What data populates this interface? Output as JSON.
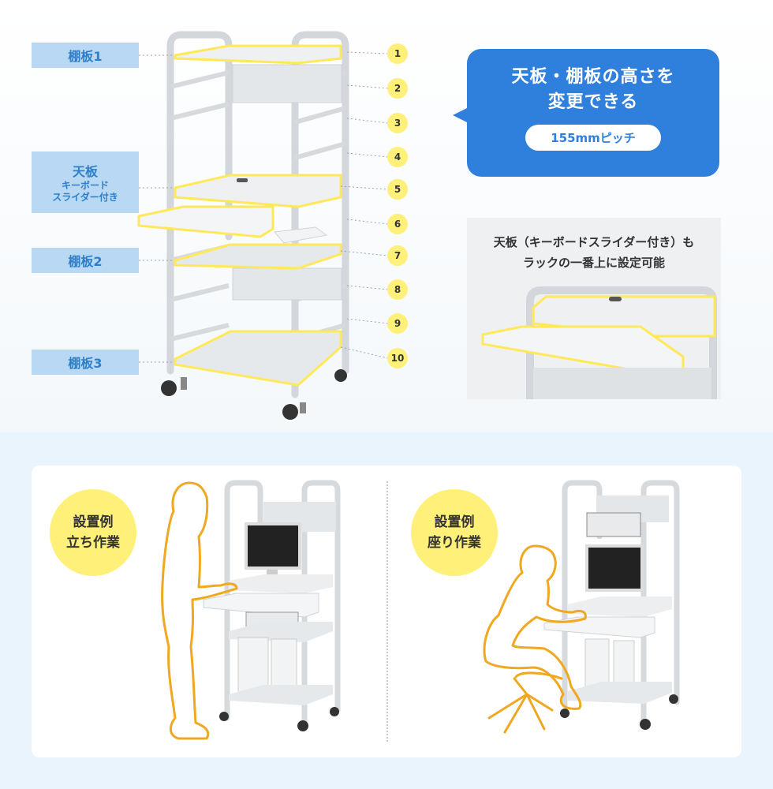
{
  "shelf_labels": {
    "shelf1": "棚板1",
    "top_board": "天板",
    "top_board_sub_line1": "キーボード",
    "top_board_sub_line2": "スライダー付き",
    "shelf2": "棚板2",
    "shelf3": "棚板3"
  },
  "height_positions": [
    "1",
    "2",
    "3",
    "4",
    "5",
    "6",
    "7",
    "8",
    "9",
    "10"
  ],
  "callout": {
    "line1": "天板・棚板の高さを",
    "line2": "変更できる",
    "pitch": "155mmピッチ"
  },
  "inset": {
    "line1": "天板（キーボードスライダー付き）も",
    "line2": "ラックの一番上に設定可能"
  },
  "examples": {
    "standing": {
      "line1": "設置例",
      "line2": "立ち作業"
    },
    "sitting": {
      "line1": "設置例",
      "line2": "座り作業"
    }
  },
  "colors": {
    "label_bg": "#b9d8f3",
    "label_text": "#2e7fc9",
    "highlight": "#fff07a",
    "callout_bg": "#2f7fdd",
    "bottom_bg": "#e9f4fc",
    "outline_figure": "#f0a820"
  }
}
